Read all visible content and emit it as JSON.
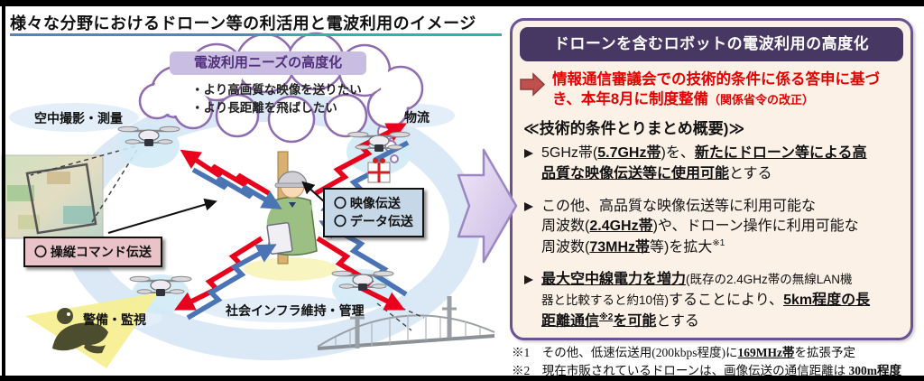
{
  "title": "様々な分野におけるドローン等の利活用と電波利用のイメージ",
  "scene": {
    "cloud_header": "電波利用ニーズの高度化",
    "cloud_bullet1": "・より高画質な映像を送りたい",
    "cloud_bullet2": "・より長距離を飛ばしたい",
    "label_aerial": "空中撮影・測量",
    "label_logistics": "物流",
    "label_security": "警備・監視",
    "label_infra": "社会インフラ維持・管理",
    "box_video": "〇 映像伝送",
    "box_data": "〇 データ伝送",
    "box_command": "〇 操縦コマンド伝送"
  },
  "panel": {
    "header": "ドローンを含むロボットの電波利用の高度化",
    "announce_main": "情報通信審議会での技術的条件に係る答申に基づき、本年8月に制度整備",
    "announce_sub": "（関係省令の改正）",
    "summary_title": "≪技術的条件とりまとめ概要)≫",
    "b1": {
      "s1": "5GHz帯(",
      "s2": "5.7GHz帯",
      "s3": ")を、",
      "s4": "新たにドローン等による高",
      "s5": "品質な映像伝送等に使用可能",
      "s6": "とする"
    },
    "b2": {
      "s1": "この他、高品質な映像伝送等に利用可能な",
      "s2": "周波数(",
      "s3": "2.4GHz帯",
      "s4": ")や、ドローン操作に利用可能な",
      "s5": "周波数(",
      "s6": "73MHz帯",
      "s7": "等)を拡大",
      "s8": "※1"
    },
    "b3": {
      "s1": "最大空中線電力を増力",
      "s2": "(既存の2.4GHz帯の無線LAN機",
      "s3": "器と比較すると約10倍)",
      "s4": "することにより、",
      "s5": "5km程度の長",
      "s6": "距離通信",
      "s7": "※2",
      "s8": "を可能",
      "s9": "とする"
    }
  },
  "footnotes": {
    "f1": {
      "s1": "※1　その他、低速伝送用(200kbps程度)に",
      "s2": "169MHz帯",
      "s3": "を拡張予定"
    },
    "f2": {
      "s1": "※2　現在市販されているドローンは、画像伝送の通信距離は ",
      "s2": "300m程度"
    }
  },
  "colors": {
    "announce_red": "#e60000",
    "panel_border": "#6b5292",
    "panel_header_bg": "#473763",
    "wave_arrow_red": "#e8001c",
    "wave_arrow_blue": "#4a74b4",
    "flow_arrow_purple": "#c7b5e2"
  }
}
